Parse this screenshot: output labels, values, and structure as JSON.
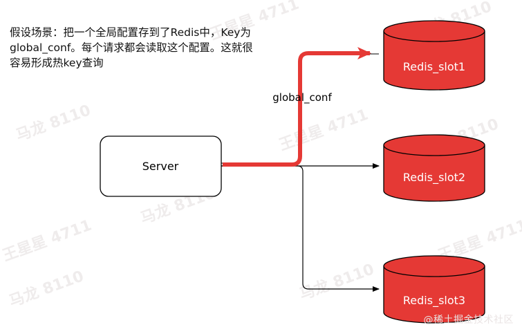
{
  "description": {
    "lines": [
      "假设场景：把一个全局配置存到了Redis中，Key为",
      "global_conf。每个请求都会读取这个配置。这就很",
      "容易形成热key查询"
    ]
  },
  "nodes": {
    "server": {
      "label": "Server"
    },
    "slots": [
      {
        "label": "Redis_slot1"
      },
      {
        "label": "Redis_slot2"
      },
      {
        "label": "Redis_slot3"
      }
    ]
  },
  "edges": {
    "hot_label": "global_conf"
  },
  "colors": {
    "redis_fill": "#e53935",
    "hot_path": "#e53935",
    "edge": "#000000"
  },
  "watermark": {
    "corner": "@稀土掘金技术社区",
    "repeat": [
      "王星星 4711",
      "马龙 8110"
    ]
  }
}
